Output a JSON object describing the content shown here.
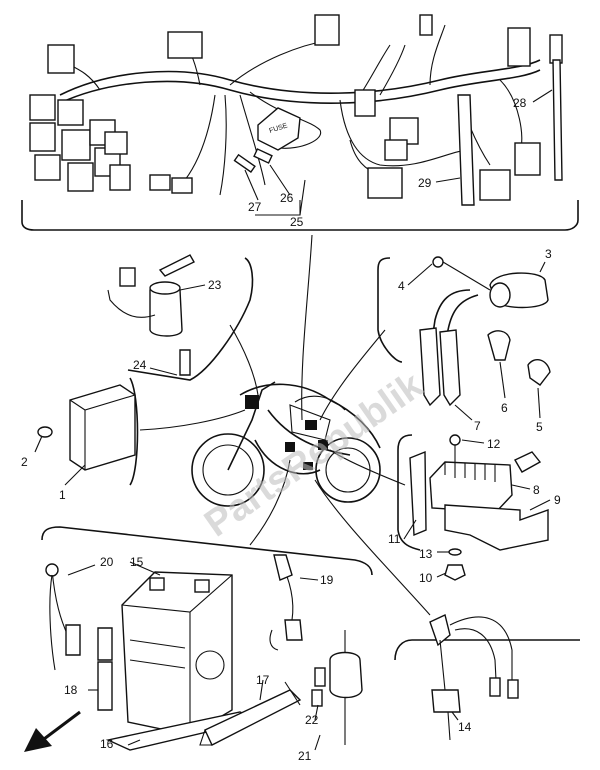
{
  "watermark": "PartsRepublik",
  "fuse_box_text": "FUSE",
  "labels": {
    "p1": "1",
    "p2": "2",
    "p3": "3",
    "p4": "4",
    "p5": "5",
    "p6": "6",
    "p7": "7",
    "p8": "8",
    "p9": "9",
    "p10": "10",
    "p11": "11",
    "p12": "12",
    "p13": "13",
    "p14": "14",
    "p15": "15",
    "p16": "16",
    "p17": "17",
    "p18": "18",
    "p19": "19",
    "p20": "20",
    "p21": "21",
    "p22": "22",
    "p23": "23",
    "p24": "24",
    "p25": "25",
    "p26": "26",
    "p27": "27",
    "p28": "28",
    "p29": "29"
  },
  "icons": {
    "direction_arrow": "arrow-down-left-icon"
  }
}
